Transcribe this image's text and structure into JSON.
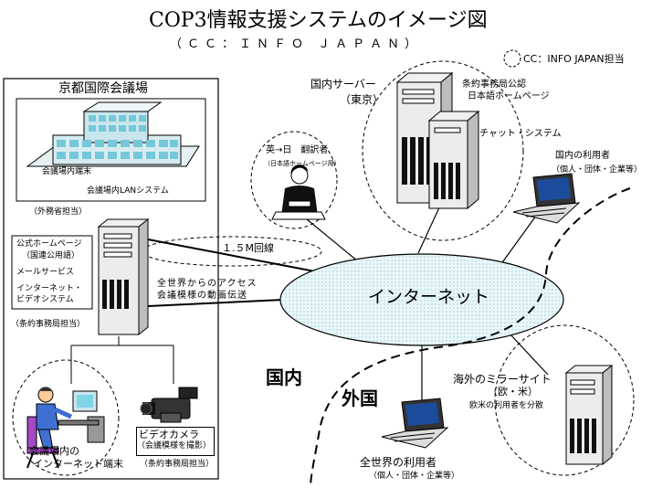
{
  "title": "COP3情報支援システムのイメージ図",
  "subtitle": "（ＣＣ：ＩＮＦＯ ＪＡＰＡＮ）",
  "legend": "CC：INFO JAPAN担当",
  "venue": {
    "name": "京都国際会議場",
    "terminal": "会議場内端末",
    "lan": "会議場内LANシステム",
    "mofa": "（外務省担当）",
    "services": [
      "公式ホームページ",
      "（国連公用語）",
      "メールサービス",
      "インターネット・",
      "ビデオシステム"
    ],
    "secretariat1": "（条約事務局担当）",
    "internet_terminal": [
      "会議場内の",
      "インターネット端末"
    ],
    "camera": [
      "ビデオカメラ",
      "（会議模様を撮影）"
    ],
    "secretariat2": "（条約事務局担当）"
  },
  "line": "１.５M回線",
  "access": [
    "全世界からのアクセス",
    "会議模様の動画伝送"
  ],
  "translator": [
    "英→日　翻訳者",
    "（日本語ホームページ用）"
  ],
  "domestic_server": [
    "国内サーバー",
    "（東京）"
  ],
  "treaty_page": [
    "条約事務局公認",
    "日本語ホームページ"
  ],
  "chat": "チャット・システム",
  "domestic_users": [
    "国内の利用者",
    "（個人・団体・企業等）"
  ],
  "internet": "インターネット",
  "domestic": "国内",
  "foreign": "外国",
  "mirror": [
    "海外のミラーサイト",
    "（欧・米）",
    "欧米の利用者を分散"
  ],
  "world_users": [
    "全世界の利用者",
    "（個人・団体・企業等）"
  ]
}
